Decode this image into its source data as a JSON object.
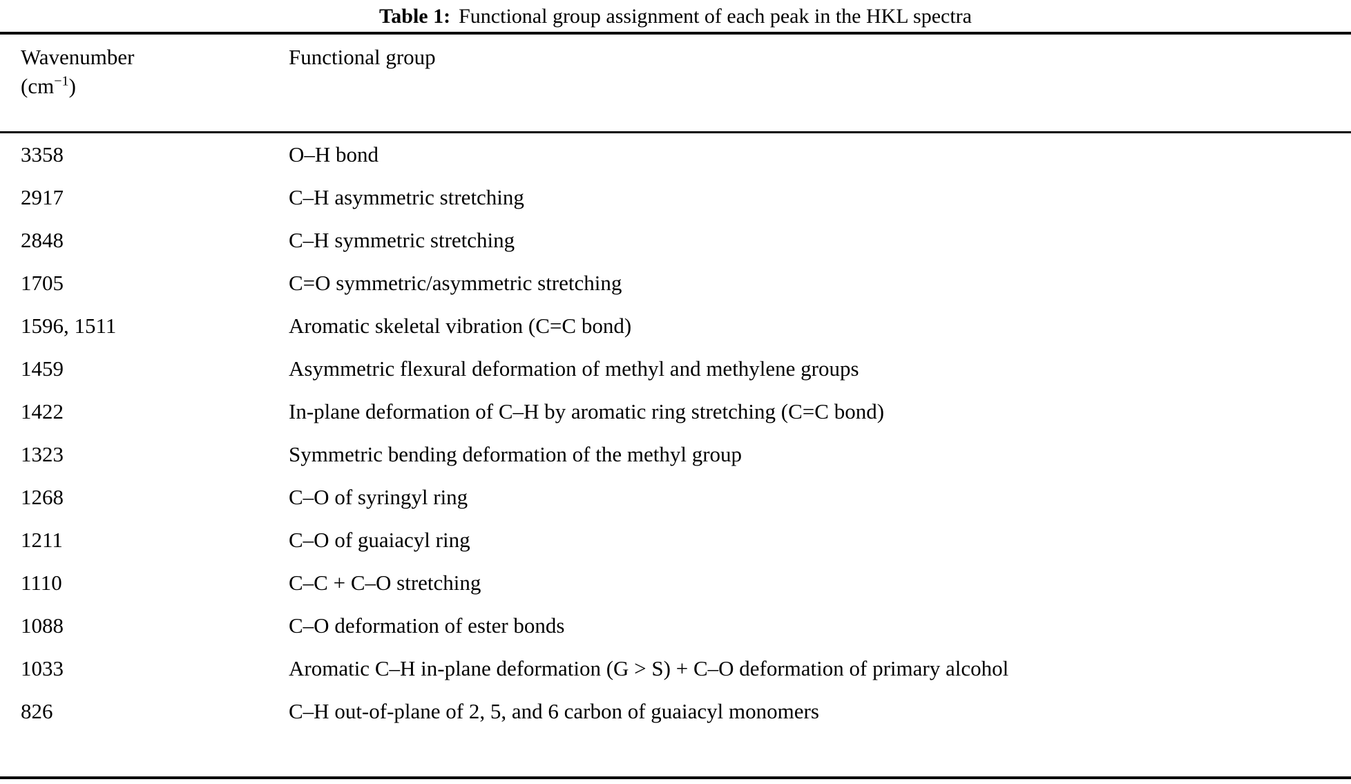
{
  "caption": {
    "label": "Table 1:",
    "text": "Functional group assignment of each peak in the HKL spectra"
  },
  "columns": {
    "wavenumber_header": "Wavenumber",
    "wavenumber_unit_prefix": "(cm",
    "wavenumber_unit_sup": "−1",
    "wavenumber_unit_suffix": ")",
    "group_header": "Functional group"
  },
  "rows": [
    {
      "wavenumber": "3358",
      "group": "O–H bond"
    },
    {
      "wavenumber": "2917",
      "group": "C–H asymmetric stretching"
    },
    {
      "wavenumber": "2848",
      "group": "C–H symmetric stretching"
    },
    {
      "wavenumber": "1705",
      "group": "C=O symmetric/asymmetric stretching"
    },
    {
      "wavenumber": "1596, 1511",
      "group": "Aromatic skeletal vibration (C=C bond)"
    },
    {
      "wavenumber": "1459",
      "group": "Asymmetric flexural deformation of methyl and methylene groups"
    },
    {
      "wavenumber": "1422",
      "group": "In-plane deformation of C–H by aromatic ring stretching (C=C bond)"
    },
    {
      "wavenumber": "1323",
      "group": "Symmetric bending deformation of the methyl group"
    },
    {
      "wavenumber": "1268",
      "group": "C–O of syringyl ring"
    },
    {
      "wavenumber": "1211",
      "group": "C–O of guaiacyl ring"
    },
    {
      "wavenumber": "1110",
      "group": "C–C + C–O stretching"
    },
    {
      "wavenumber": "1088",
      "group": "C–O deformation of ester bonds"
    },
    {
      "wavenumber": "1033",
      "group": "Aromatic C–H in-plane deformation (G > S) + C–O deformation of primary alcohol"
    },
    {
      "wavenumber": "826",
      "group": "C–H out-of-plane of 2, 5, and 6 carbon of guaiacyl monomers"
    }
  ],
  "colors": {
    "text": "#000000",
    "background": "#ffffff",
    "rule": "#000000"
  }
}
